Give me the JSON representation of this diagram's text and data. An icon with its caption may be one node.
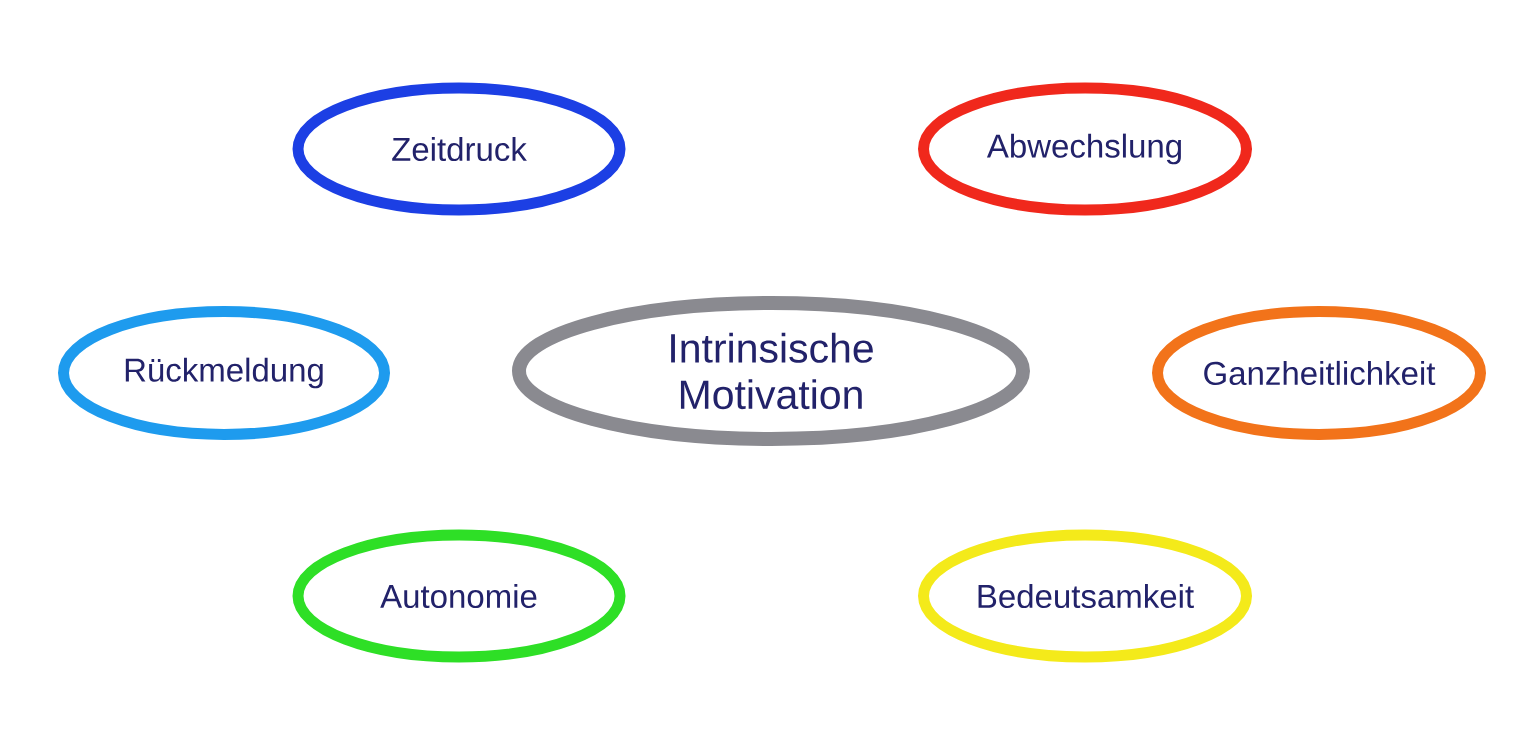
{
  "diagram": {
    "nodes": [
      {
        "text": [
          "Zeitdruck"
        ]
      },
      {
        "text": [
          "Abwechslung"
        ]
      },
      {
        "text": [
          "Rückmeldung"
        ]
      },
      {
        "text": [
          "Intrinsische Motivation"
        ]
      },
      {
        "text": [
          "Ganzheitlichkeit"
        ]
      },
      {
        "text": [
          "Autonomie"
        ]
      },
      {
        "text": [
          "Bedeutsamkeit"
        ]
      }
    ]
  }
}
